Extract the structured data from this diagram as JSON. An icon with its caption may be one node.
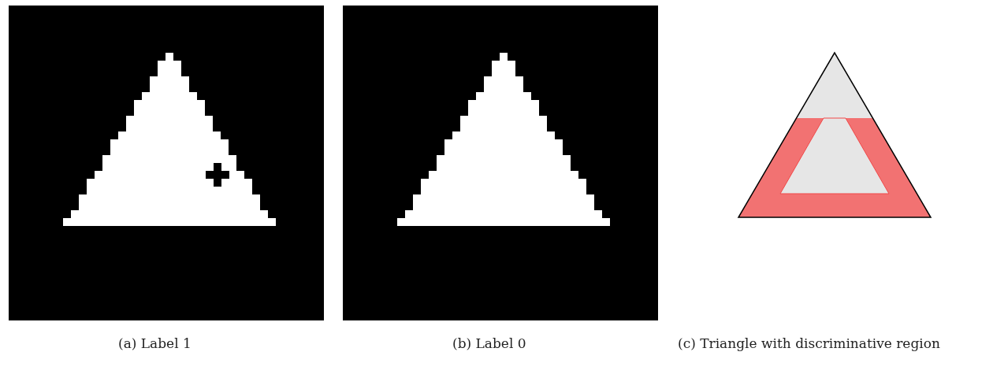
{
  "diagram": {
    "labels": [
      "(a) Label 1",
      "(b) Label 0",
      "(c) Triangle with discriminative region"
    ]
  }
}
